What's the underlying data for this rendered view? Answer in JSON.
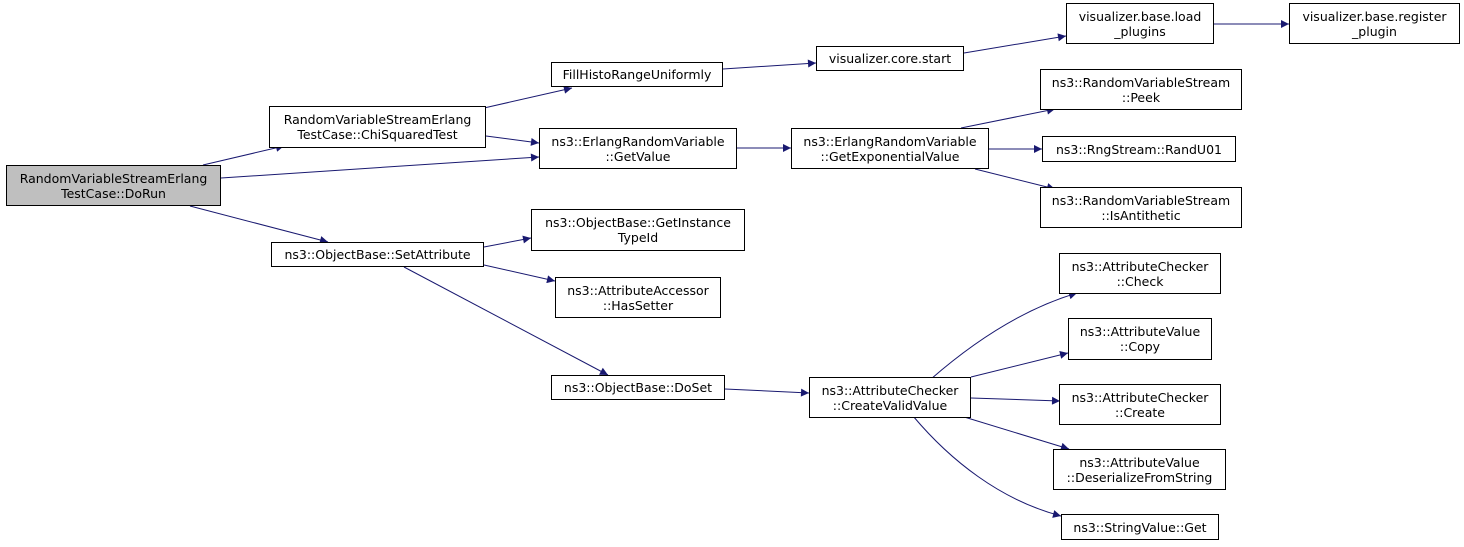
{
  "colors": {
    "edge": "#191970",
    "root_fill": "#bfbfbf",
    "node_fill": "#ffffff",
    "border": "#000000"
  },
  "nodes": {
    "root": "RandomVariableStreamErlang\nTestCase::DoRun",
    "chi": "RandomVariableStreamErlang\nTestCase::ChiSquaredTest",
    "setattr": "ns3::ObjectBase::SetAttribute",
    "fill": "FillHistoRangeUniformly",
    "getvalue": "ns3::ErlangRandomVariable\n::GetValue",
    "gettypeid": "ns3::ObjectBase::GetInstance\nTypeId",
    "hassetter": "ns3::AttributeAccessor\n::HasSetter",
    "doset": "ns3::ObjectBase::DoSet",
    "corestart": "visualizer.core.start",
    "getexp": "ns3::ErlangRandomVariable\n::GetExponentialValue",
    "createvalid": "ns3::AttributeChecker\n::CreateValidValue",
    "loadplugins": "visualizer.base.load\n_plugins",
    "peek": "ns3::RandomVariableStream\n::Peek",
    "randu01": "ns3::RngStream::RandU01",
    "isanti": "ns3::RandomVariableStream\n::IsAntithetic",
    "check": "ns3::AttributeChecker\n::Check",
    "copy": "ns3::AttributeValue\n::Copy",
    "create": "ns3::AttributeChecker\n::Create",
    "deser": "ns3::AttributeValue\n::DeserializeFromString",
    "strget": "ns3::StringValue::Get",
    "register": "visualizer.base.register\n_plugin"
  }
}
